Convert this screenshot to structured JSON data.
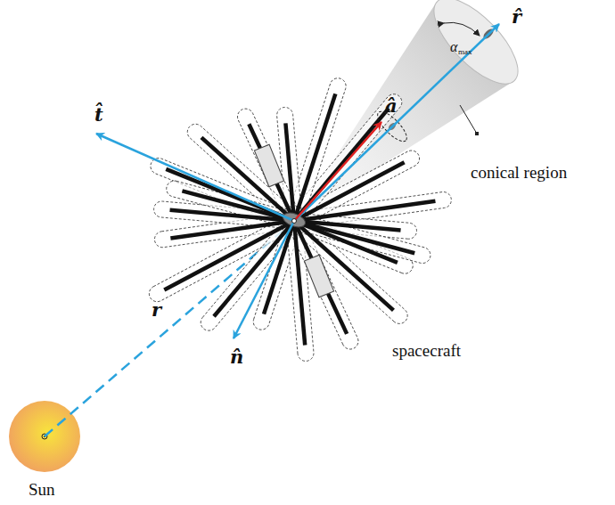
{
  "diagram": {
    "labels": [
      "t̂",
      "â",
      "r̂",
      "n̂",
      "r",
      "α",
      "max",
      "conical region",
      "spacecraft",
      "Sun"
    ]
  }
}
